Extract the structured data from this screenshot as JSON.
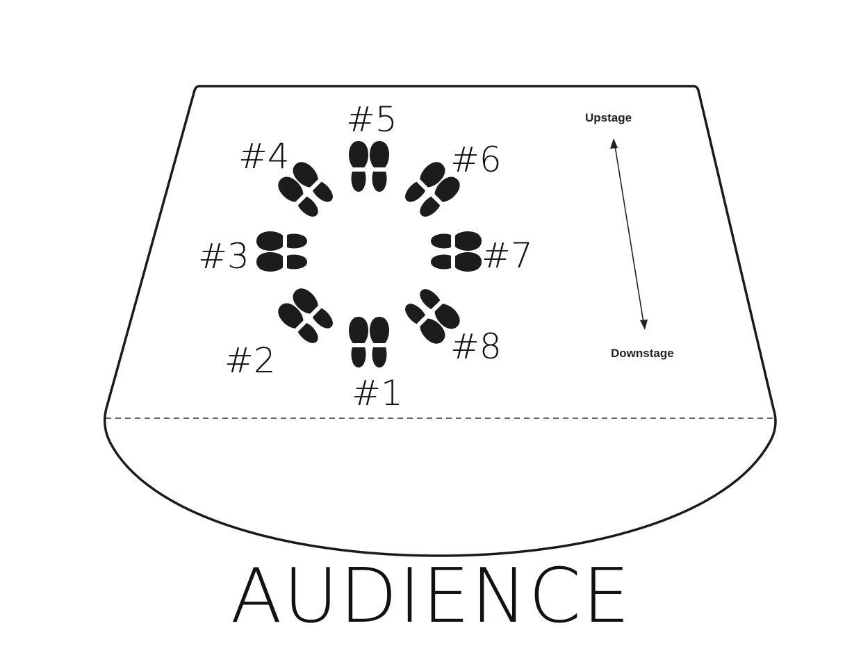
{
  "diagram": {
    "directions": {
      "upstage": "Upstage",
      "downstage": "Downstage"
    },
    "audience_label": "AUDIENCE",
    "positions": [
      {
        "label": "#1",
        "icon": "footprints-icon"
      },
      {
        "label": "#2",
        "icon": "footprints-icon"
      },
      {
        "label": "#3",
        "icon": "footprints-icon"
      },
      {
        "label": "#4",
        "icon": "footprints-icon"
      },
      {
        "label": "#5",
        "icon": "footprints-icon"
      },
      {
        "label": "#6",
        "icon": "footprints-icon"
      },
      {
        "label": "#7",
        "icon": "footprints-icon"
      },
      {
        "label": "#8",
        "icon": "footprints-icon"
      }
    ],
    "colors": {
      "outline": "#1a1a1a",
      "footprint": "#1c1c1c",
      "background": "#ffffff"
    }
  }
}
